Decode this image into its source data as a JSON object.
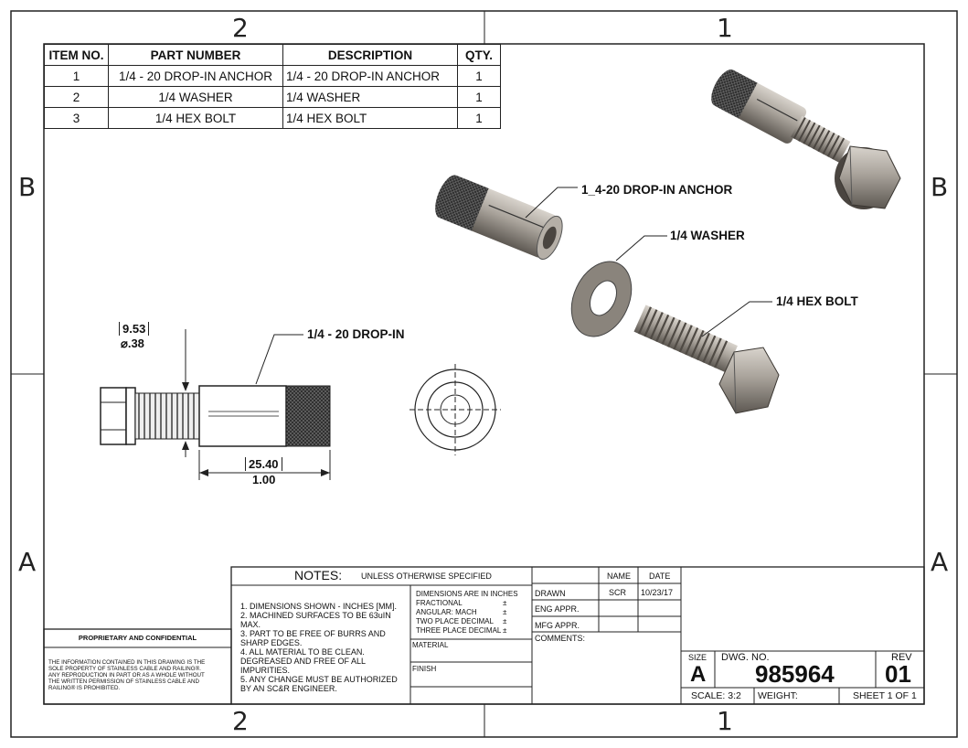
{
  "zones": {
    "top_left": "2",
    "top_right": "1",
    "bottom_left": "2",
    "bottom_right": "1",
    "left_top": "B",
    "left_bottom": "A",
    "right_top": "B",
    "right_bottom": "A"
  },
  "bom": {
    "headers": [
      "ITEM NO.",
      "PART NUMBER",
      "DESCRIPTION",
      "QTY."
    ],
    "rows": [
      [
        "1",
        "1/4 - 20 DROP-IN ANCHOR",
        "1/4 - 20 DROP-IN ANCHOR",
        "1"
      ],
      [
        "2",
        "1/4 WASHER",
        "1/4 WASHER",
        "1"
      ],
      [
        "3",
        "1/4 HEX BOLT",
        "1/4 HEX BOLT",
        "1"
      ]
    ]
  },
  "callouts": {
    "anchor": "1_4-20 DROP-IN ANCHOR",
    "washer": "1/4 WASHER",
    "bolt": "1/4 HEX BOLT",
    "dropin": "1/4 - 20 DROP-IN"
  },
  "dimensions": {
    "dia_mm": "9.53",
    "dia_in": "⌀.38",
    "len_mm": "25.40",
    "len_in": "1.00"
  },
  "title_block": {
    "notes_title": "NOTES:",
    "unless": "UNLESS OTHERWISE SPECIFIED",
    "notes": [
      "1. DIMENSIONS SHOWN - INCHES [MM].",
      "2. MACHINED SURFACES TO BE 63uIN MAX.",
      "3. PART TO BE FREE OF BURRS AND SHARP EDGES.",
      "4. ALL MATERIAL TO BE CLEAN. DEGREASED AND FREE OF ALL IMPURITIES.",
      "5. ANY CHANGE MUST BE AUTHORIZED BY AN SC&R ENGINEER."
    ],
    "tol": [
      "DIMENSIONS ARE IN INCHES",
      "FRACTIONAL",
      "ANGULAR: MACH",
      "TWO PLACE DECIMAL",
      "THREE PLACE DECIMAL"
    ],
    "pm": "±",
    "material": "MATERIAL",
    "finish": "FINISH",
    "name_hdr": "NAME",
    "date_hdr": "DATE",
    "drawn": "DRAWN",
    "drawn_name": "SCR",
    "drawn_date": "10/23/17",
    "eng": "ENG APPR.",
    "mfg": "MFG APPR.",
    "comments": "COMMENTS:",
    "size_lbl": "SIZE",
    "size": "A",
    "dwg_lbl": "DWG.  NO.",
    "dwg_no": "985964",
    "rev_lbl": "REV",
    "rev": "01",
    "scale": "SCALE: 3:2",
    "weight": "WEIGHT:",
    "sheet": "SHEET 1 OF 1",
    "prop_title": "PROPRIETARY AND CONFIDENTIAL",
    "prop_text": "THE INFORMATION CONTAINED IN THIS DRAWING IS THE SOLE PROPERTY OF STAINLESS CABLE AND RAILING®. ANY REPRODUCTION IN PART OR AS A WHOLE WITHOUT THE WRITTEN PERMISSION OF STAINLESS CABLE AND RAILING® IS PROHIBITED."
  }
}
